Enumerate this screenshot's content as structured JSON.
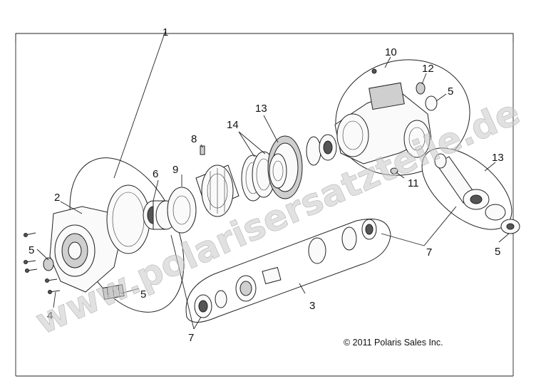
{
  "callouts": {
    "c1": "1",
    "c2": "2",
    "c3": "3",
    "c4": "4",
    "c5a": "5",
    "c5b": "5",
    "c5c": "5",
    "c5d": "5",
    "c6": "6",
    "c7a": "7",
    "c7b": "7",
    "c8": "8",
    "c9": "9",
    "c10": "10",
    "c11": "11",
    "c12": "12",
    "c13a": "13",
    "c13b": "13",
    "c14": "14"
  },
  "copyright": "© 2011 Polaris Sales Inc.",
  "watermark": "www.polarisersatzteile.de",
  "colors": {
    "line": "#222222",
    "watermark": "#c8c8c8",
    "background": "#ffffff"
  }
}
